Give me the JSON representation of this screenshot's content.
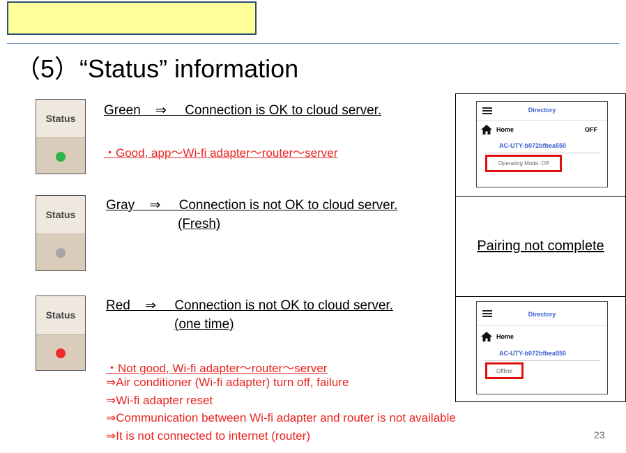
{
  "title": "（5）“Status” information",
  "rows": [
    {
      "thumb_label": "Status",
      "dot_color": "#2db34a",
      "line1_color": "Green",
      "line1_arrow": "⇒",
      "line1_text": "Connection is OK   to cloud server.",
      "note": "・Good, app～Wi-fi adapter～router～server"
    },
    {
      "thumb_label": "Status",
      "dot_color": "#a6a6a6",
      "line1_color": "Gray",
      "line1_arrow": "⇒",
      "line1_text": "Connection is not OK to cloud server.",
      "line2_text": "(Fresh)"
    },
    {
      "thumb_label": "Status",
      "dot_color": "#ee2a2a",
      "line1_color": "Red",
      "line1_arrow": "⇒",
      "line1_text": "Connection is not OK to cloud server.",
      "line2_text": "(one time)"
    }
  ],
  "red_notes": [
    "・Not good, Wi-fi adapter～router～server",
    "⇒Air conditioner (Wi-fi adapter) turn off, failure",
    "⇒Wi-fi adapter reset",
    "⇒Communication between  Wi-fi adapter and router is not available",
    "⇒It is not connected to internet (router)"
  ],
  "panel_top": {
    "directory": "Directory",
    "home": "Home",
    "power": "OFF",
    "device": "AC-UTY-b072bfbea550",
    "status": "Operating Mode: Off"
  },
  "panel_middle": {
    "text": "Pairing not complete"
  },
  "panel_bottom": {
    "directory": "Directory",
    "home": "Home",
    "device": "AC-UTY-b072bfbea550",
    "status": "Offline"
  },
  "page_number": "23",
  "colors": {
    "accent_red": "#e8231f",
    "title_box_fill": "#ffff99",
    "app_blue": "#3a5fd0"
  }
}
